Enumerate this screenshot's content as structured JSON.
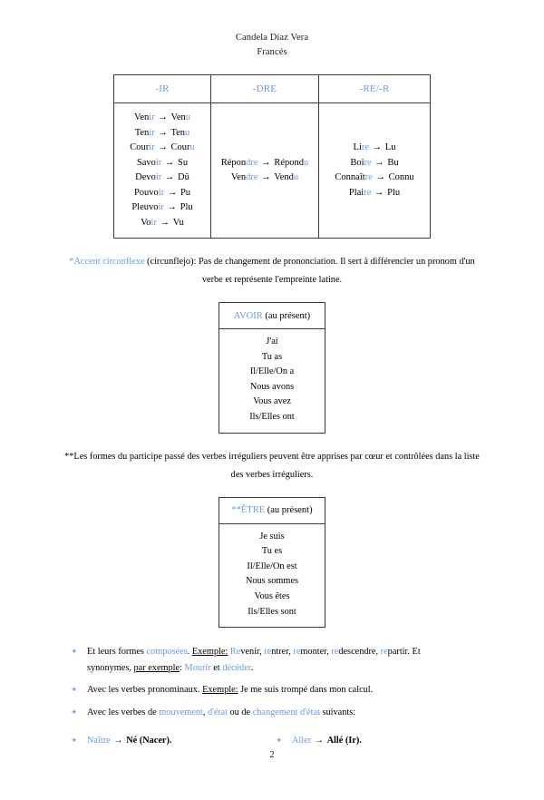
{
  "header": {
    "author": "Candela Díaz Vera",
    "subject": "Francés"
  },
  "verbs_table": {
    "columns": [
      {
        "label": "-IR"
      },
      {
        "label": "-DRE"
      },
      {
        "label": "-RE/-R"
      }
    ],
    "col_ir": [
      {
        "stem": "Ven",
        "end": "ir",
        "res_stem": "Ven",
        "res_end": "u"
      },
      {
        "stem": "Ten",
        "end": "ir",
        "res_stem": "Ten",
        "res_end": "u"
      },
      {
        "stem": "Cour",
        "end": "ir",
        "res_stem": "Cour",
        "res_end": "u"
      },
      {
        "stem": "Savo",
        "end": "ir",
        "res_stem": "Su",
        "res_end": ""
      },
      {
        "stem": "Devo",
        "end": "ir",
        "res_stem": "Dû",
        "res_end": ""
      },
      {
        "stem": "Pouvo",
        "end": "ir",
        "res_stem": "Pu",
        "res_end": ""
      },
      {
        "stem": "Pleuvo",
        "end": "ir",
        "res_stem": "Plu",
        "res_end": ""
      },
      {
        "stem": "Vo",
        "end": "ir",
        "res_stem": "Vu",
        "res_end": ""
      }
    ],
    "col_dre": [
      {
        "stem": "Répon",
        "end": "dre",
        "res_stem": "Répond",
        "res_end": "u"
      },
      {
        "stem": "Ven",
        "end": "dre",
        "res_stem": "Vend",
        "res_end": "u"
      }
    ],
    "col_rer": [
      {
        "stem": "Li",
        "end": "re",
        "res_stem": "Lu",
        "res_end": ""
      },
      {
        "stem": "Boi",
        "end": "re",
        "res_stem": "Bu",
        "res_end": ""
      },
      {
        "stem": "Connaît",
        "end": "re",
        "res_stem": "Connu",
        "res_end": ""
      },
      {
        "stem": "Plai",
        "end": "re",
        "res_stem": "Plu",
        "res_end": ""
      }
    ],
    "arrow": "→"
  },
  "note_circonflexe": {
    "accent_term": "*Accent circonflexe",
    "rest": " (circunflejo): Pas de changement de prononciation. Il sert à différencier un pronom d'un",
    "line2": "verbe et représente l'empreinte latine."
  },
  "avoir_table": {
    "title_accent": "AVOIR",
    "title_rest": " (au présent)",
    "forms": [
      "J'ai",
      "Tu as",
      "Il/Elle/On a",
      "Nous avons",
      "Vous avez",
      "Ils/Elles ont"
    ]
  },
  "note_participe": {
    "line1": "**Les formes du participe passé des verbes irréguliers peuvent être apprises par cœur et contrôlées dans la liste",
    "line2": "des verbes irréguliers."
  },
  "etre_table": {
    "title_accent": "**ÊTRE",
    "title_rest": " (au présent)",
    "forms": [
      "Je suis",
      "Tu es",
      "Il/Elle/On est",
      "Nous sommes",
      "Vous êtes",
      "Ils/Elles sont"
    ]
  },
  "bullets": {
    "marker": "✦",
    "item1": {
      "part1": "Et leurs formes ",
      "accent1": "composées",
      "part2": ". ",
      "underlined1": "Exemple:",
      "part3": " ",
      "verbs": [
        {
          "pre": "Re",
          "rest": "venir"
        },
        {
          "pre": "re",
          "rest": "ntrer"
        },
        {
          "pre": "re",
          "rest": "monter"
        },
        {
          "pre": "re",
          "rest": "descendre"
        },
        {
          "pre": "re",
          "rest": "partir"
        }
      ],
      "part4": ". Et",
      "line2_part1": "synonymes, ",
      "line2_underlined": "par exemple",
      "line2_part2": ": ",
      "line2_accent1": "Mourir",
      "line2_part3": " et ",
      "line2_accent2": "décéder",
      "line2_part4": "."
    },
    "item2": {
      "part1": "Avec les verbes pronominaux. ",
      "underlined": "Exemple:",
      "part2": " Je me suis trompé dans mon calcul."
    },
    "item3": {
      "part1": "Avec les verbes de ",
      "accent1": "mouvement",
      "part2": ", ",
      "accent2": "d'état",
      "part3": " ou de ",
      "accent3": "changement d'état",
      "part4": " suivants:"
    }
  },
  "bottom_bullets": [
    {
      "accent": "Naître",
      "arrow": "→",
      "result": "Né (Nacer)."
    },
    {
      "accent": "Aller",
      "arrow": "→",
      "result": "Allé (Ir)."
    }
  ],
  "footer": {
    "page_number": "2"
  },
  "colors": {
    "accent_blue": "#6a9ae0",
    "bullet_blue": "#7aa7e8",
    "text_black": "#000000",
    "border": "#3a3a3a"
  }
}
